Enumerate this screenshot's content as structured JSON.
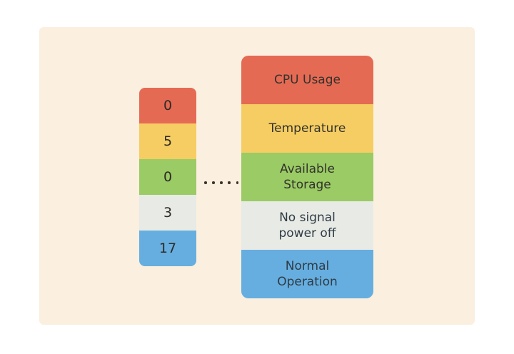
{
  "card": {
    "background_color": "#fbefdf"
  },
  "palette": {
    "red": "#e56a54",
    "yellow": "#f5cd62",
    "green": "#9acb65",
    "grey": "#e8eae5",
    "blue": "#66aee0",
    "text_dark": "#2e2a24",
    "text_slate": "#2f3c45",
    "dot": "#3a332b"
  },
  "legend_rows": [
    {
      "value": "0",
      "label": "CPU Usage",
      "color": "#e56a54"
    },
    {
      "value": "5",
      "label": "Temperature",
      "color": "#f5cd62"
    },
    {
      "value": "0",
      "label": "Available\nStorage",
      "color": "#9acb65"
    },
    {
      "value": "3",
      "label": "No signal\npower off",
      "color": "#e8eae5"
    },
    {
      "value": "17",
      "label": "Normal\nOperation",
      "color": "#66aee0"
    }
  ],
  "values": {
    "row0": "0",
    "row1": "5",
    "row2": "0",
    "row3": "3",
    "row4": "17"
  },
  "labels": {
    "row0": "CPU Usage",
    "row1": "Temperature",
    "row2_line1": "Available",
    "row2_line2": "Storage",
    "row3_line1": "No signal",
    "row3_line2": "power off",
    "row4_line1": "Normal",
    "row4_line2": "Operation"
  },
  "connector": {
    "dot_count": 5,
    "style": "dotted"
  }
}
